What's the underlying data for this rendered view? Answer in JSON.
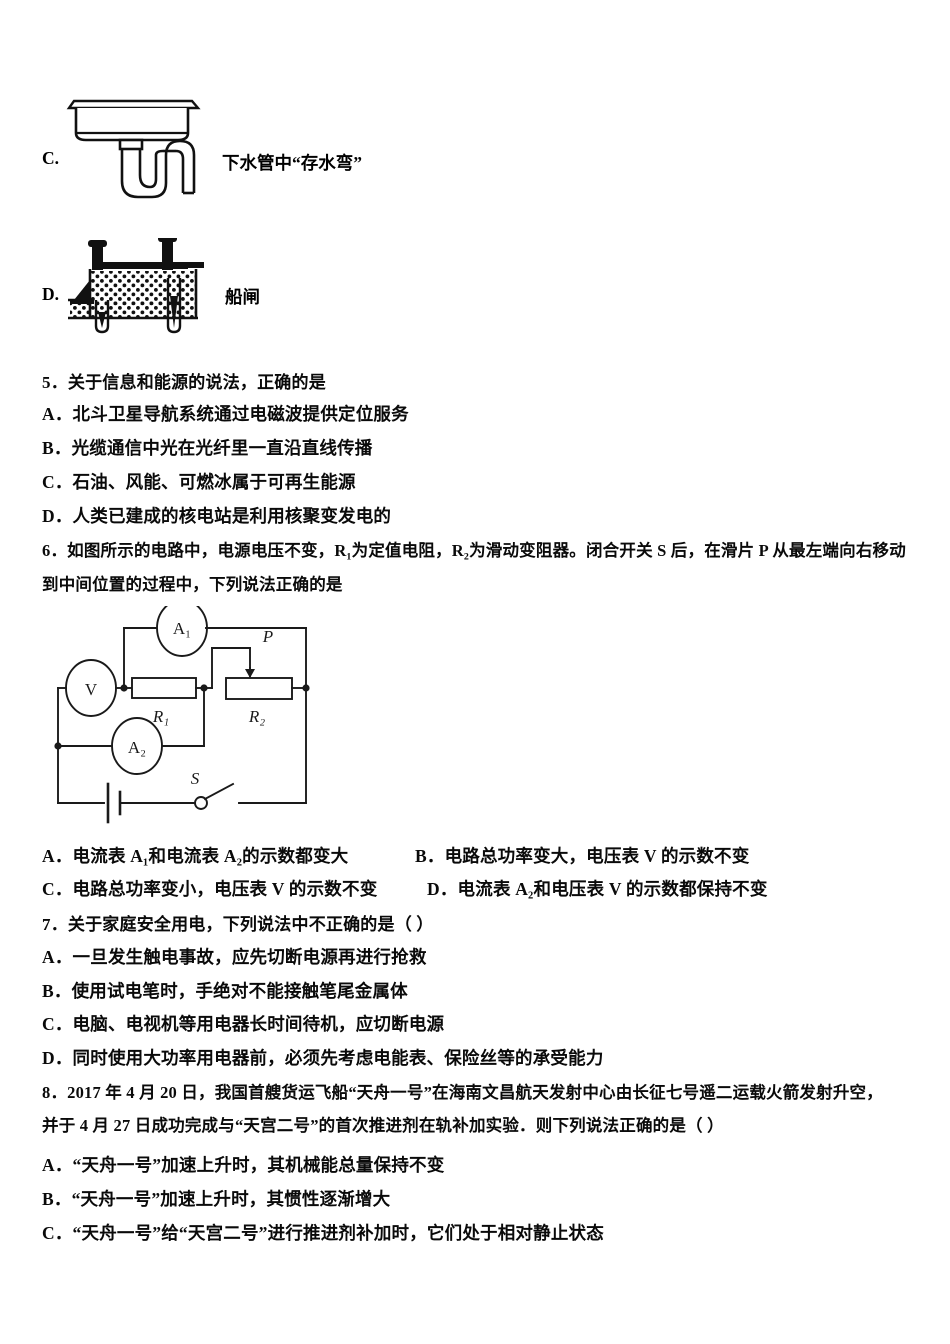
{
  "document": {
    "type": "physics-exam-paper",
    "language": "zh-CN"
  },
  "option_c_block": {
    "letter": "C.",
    "caption": "下水管中“存水弯”",
    "figure_name": "sink-drain-trap-diagram"
  },
  "option_d_block": {
    "letter": "D.",
    "caption": "船闸",
    "figure_name": "ship-lock-diagram"
  },
  "question5": {
    "stem": "5．关于信息和能源的说法，正确的是",
    "options": [
      "A．北斗卫星导航系统通过电磁波提供定位服务",
      "B．光缆通信中光在光纤里一直沿直线传播",
      "C．石油、风能、可燃冰属于可再生能源",
      "D．人类已建成的核电站是利用核聚变发电的"
    ]
  },
  "question6": {
    "stem_line1": "6．如图所示的电路中，电源电压不变，R₁为定值电阻，R₂为滑动变阻器。闭合开关 S 后，在滑片 P 从最左端向右移动",
    "stem_line2": "到中间位置的过程中，下列说法正确的是",
    "figure": {
      "name": "series-circuit-with-rheostat",
      "labels": {
        "ammeter1": "A₁",
        "ammeter2": "A₂",
        "voltmeter": "V",
        "resistor1": "R₁",
        "resistor2": "R₂",
        "slider": "P",
        "switch": "S"
      }
    },
    "options_row1": [
      "A．电流表 A₁和电流表 A₂的示数都变大",
      "B．电路总功率变大，电压表 V 的示数不变"
    ],
    "options_row2": [
      "C．电路总功率变小，电压表 V 的示数不变",
      "D．电流表 A₂和电压表 V 的示数都保持不变"
    ]
  },
  "question7": {
    "stem": "7．关于家庭安全用电，下列说法中不正确的是（    ）",
    "options": [
      "A．一旦发生触电事故，应先切断电源再进行抢救",
      "B．使用试电笔时，手绝对不能接触笔尾金属体",
      "C．电脑、电视机等用电器长时间待机，应切断电源",
      "D．同时使用大功率用电器前，必须先考虑电能表、保险丝等的承受能力"
    ]
  },
  "question8": {
    "stem_line1": "8．2017 年 4 月 20 日，我国首艘货运飞船“天舟一号”在海南文昌航天发射中心由长征七号遥二运载火箭发射升空，",
    "stem_line2": "并于 4 月 27 日成功完成与“天宫二号”的首次推进剂在轨补加实验．则下列说法正确的是（ ）",
    "options": [
      "A．“天舟一号”加速上升时，其机械能总量保持不变",
      "B．“天舟一号”加速上升时，其惯性逐渐增大",
      "C．“天舟一号”给“天宫二号”进行推进剂补加时，它们处于相对静止状态"
    ]
  },
  "colors": {
    "ink": "#0a0a0a",
    "paper": "#ffffff",
    "stroke": "#1a1a1a"
  }
}
